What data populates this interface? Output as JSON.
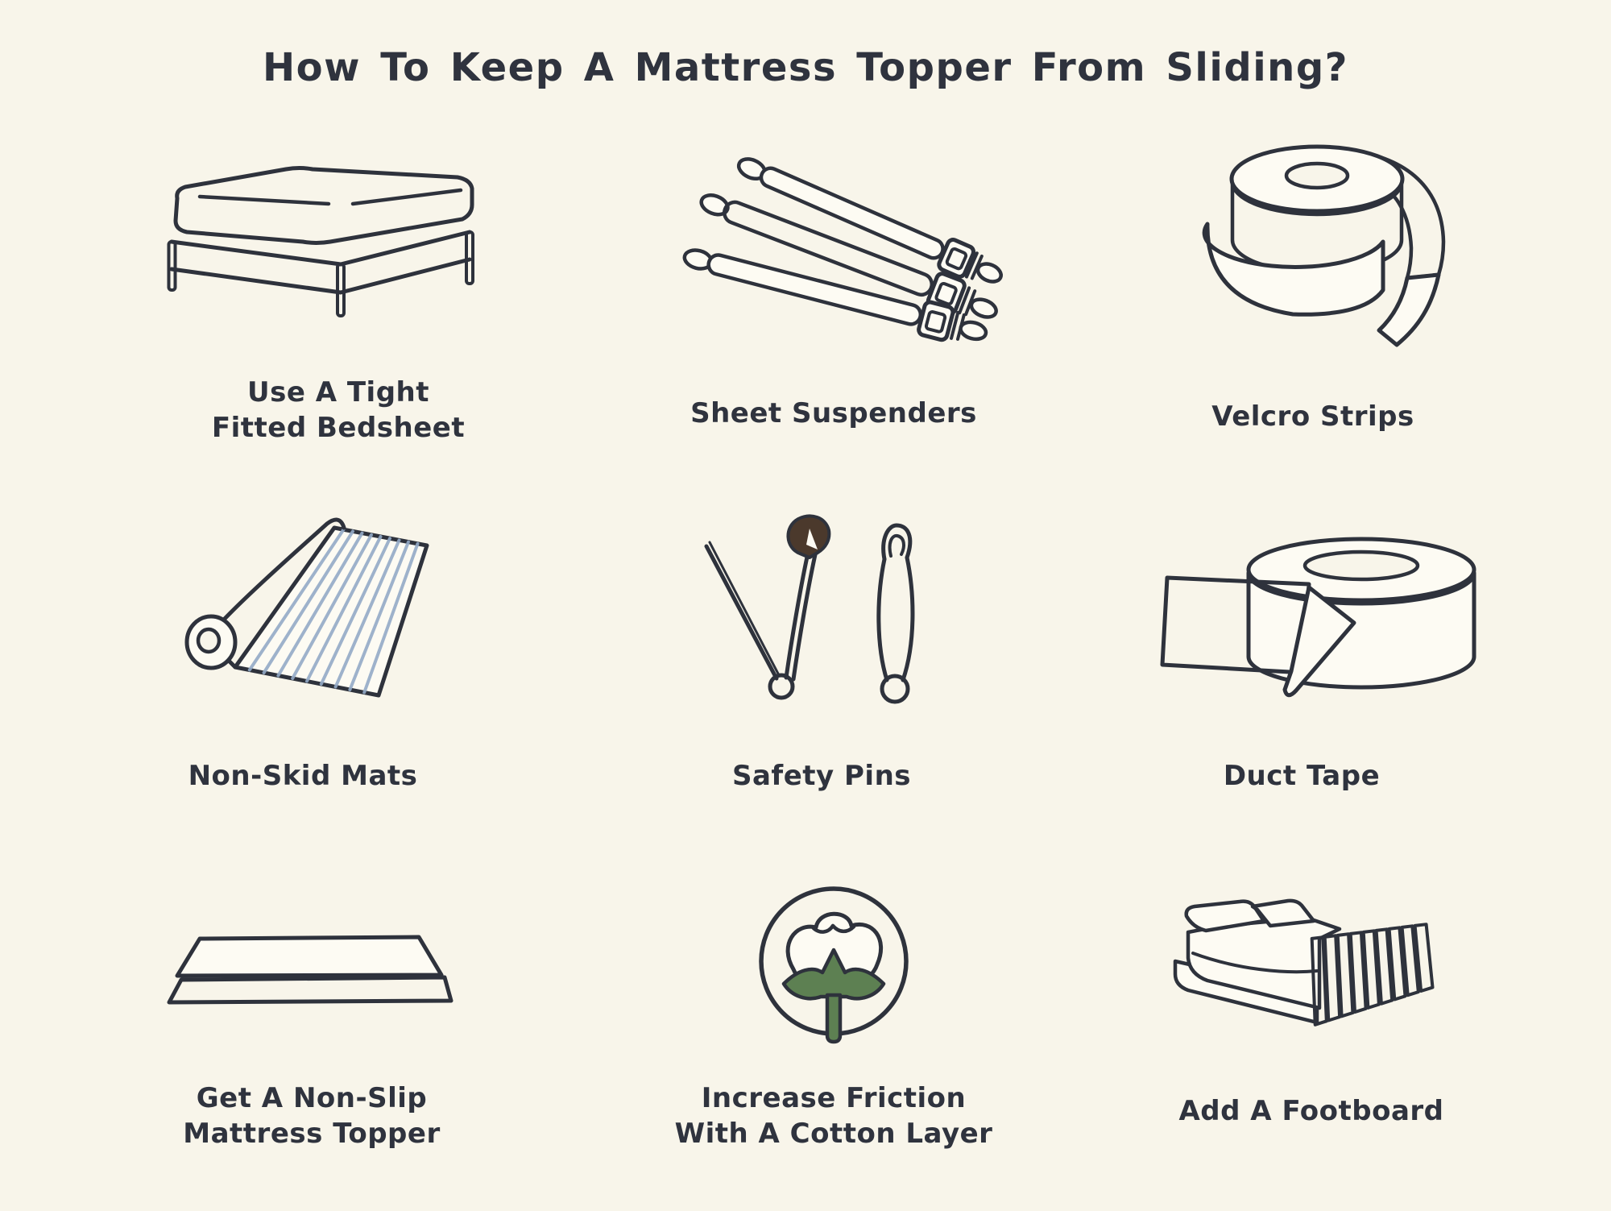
{
  "title": "How To Keep A Mattress Topper From Sliding?",
  "colors": {
    "background": "#f8f5ea",
    "paper": "#fdfbf3",
    "ink": "#2e323c",
    "text": "#2f333e",
    "green": "#8aa87c",
    "orange": "#e0a37a",
    "blue": "#93aac7",
    "leaf": "#5d8052",
    "pin_head": "#4b392c"
  },
  "tips": [
    {
      "icon": "fitted-bedsheet-icon",
      "label": "Use A Tight\nFitted Bedsheet"
    },
    {
      "icon": "sheet-suspenders-icon",
      "label": "Sheet Suspenders"
    },
    {
      "icon": "velcro-strips-icon",
      "label": "Velcro Strips"
    },
    {
      "icon": "non-skid-mat-icon",
      "label": "Non-Skid Mats"
    },
    {
      "icon": "safety-pins-icon",
      "label": "Safety Pins"
    },
    {
      "icon": "duct-tape-icon",
      "label": "Duct Tape"
    },
    {
      "icon": "non-slip-topper-icon",
      "label": "Get A Non-Slip\nMattress Topper"
    },
    {
      "icon": "cotton-layer-icon",
      "label": "Increase Friction\nWith A Cotton Layer"
    },
    {
      "icon": "footboard-icon",
      "label": "Add A Footboard"
    }
  ]
}
